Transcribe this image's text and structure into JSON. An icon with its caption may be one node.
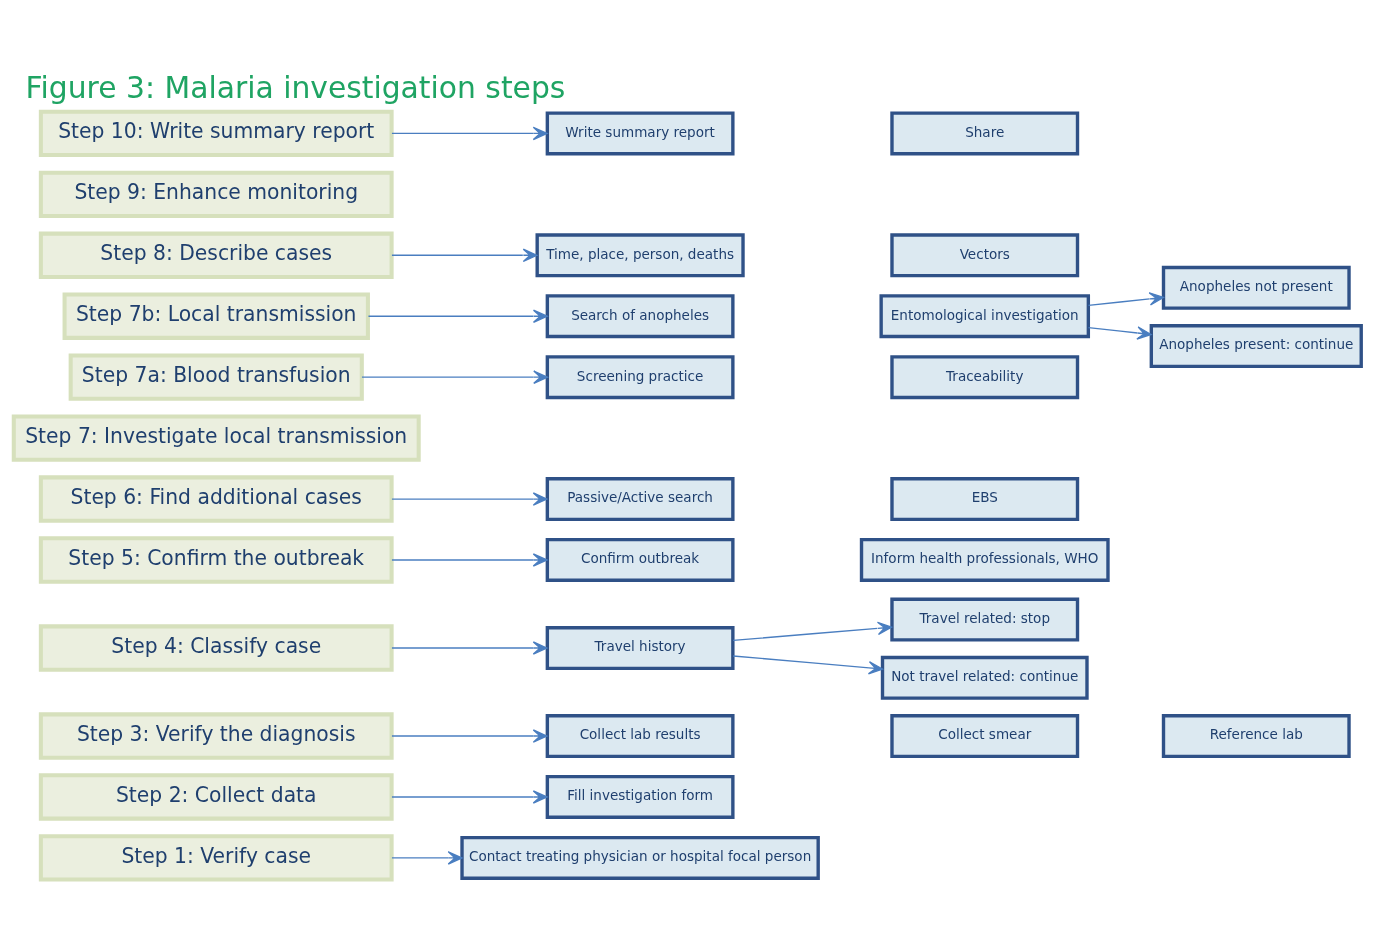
{
  "diagram": {
    "title": "Figure 3: Malaria investigation steps",
    "nodes": [
      {
        "text": [
          "Step 1: Verify case"
        ]
      },
      {
        "text": [
          "Contact treating physician or hospital focal person"
        ]
      },
      {
        "text": [
          "Step 2: Collect data"
        ]
      },
      {
        "text": [
          "Fill investigation form"
        ]
      },
      {
        "text": [
          "Step 3: Verify the diagnosis"
        ]
      },
      {
        "text": [
          "Collect lab results"
        ]
      },
      {
        "text": [
          "Collect smear"
        ]
      },
      {
        "text": [
          "Reference lab"
        ]
      },
      {
        "text": [
          "Step 4: Classify case"
        ]
      },
      {
        "text": [
          "Travel history"
        ]
      },
      {
        "text": [
          "Travel related: stop"
        ]
      },
      {
        "text": [
          "Not travel related: continue"
        ]
      },
      {
        "text": [
          "Step 5: Confirm the outbreak"
        ]
      },
      {
        "text": [
          "Confirm outbreak"
        ]
      },
      {
        "text": [
          "Inform health professionals, WHO"
        ]
      },
      {
        "text": [
          "Step 6: Find additional cases"
        ]
      },
      {
        "text": [
          "Passive/Active search"
        ]
      },
      {
        "text": [
          "EBS"
        ]
      },
      {
        "text": [
          "Step 7: Investigate local transmission"
        ]
      },
      {
        "text": [
          "Step 7a: Blood transfusion"
        ]
      },
      {
        "text": [
          "Screening practice"
        ]
      },
      {
        "text": [
          "Traceability"
        ]
      },
      {
        "text": [
          "Anopheles not present"
        ]
      },
      {
        "text": [
          "Step 7b: Local transmission"
        ]
      },
      {
        "text": [
          "Search of anopheles"
        ]
      },
      {
        "text": [
          "Entomological investigation"
        ]
      },
      {
        "text": [
          "Anopheles present: continue"
        ]
      },
      {
        "text": [
          "Step 8: Describe cases"
        ]
      },
      {
        "text": [
          "Time, place, person, deaths"
        ]
      },
      {
        "text": [
          "Vectors"
        ]
      },
      {
        "text": [
          "Step 9: Enhance monitoring"
        ]
      },
      {
        "text": [
          "Step 10: Write summary report"
        ]
      },
      {
        "text": [
          "Write summary report"
        ]
      },
      {
        "text": [
          "Share"
        ]
      }
    ],
    "edges": [
      {
        "from": 0,
        "to": 1,
        "arrow": "to"
      },
      {
        "from": 2,
        "to": 3,
        "arrow": "to"
      },
      {
        "from": 4,
        "to": 5,
        "arrow": "to"
      },
      {
        "from": 8,
        "to": 9,
        "arrow": "to"
      },
      {
        "from": 9,
        "to": 10,
        "arrow": "to"
      },
      {
        "from": 9,
        "to": 11,
        "arrow": "to"
      },
      {
        "from": 12,
        "to": 13,
        "arrow": "to"
      },
      {
        "from": 15,
        "to": 16,
        "arrow": "to"
      },
      {
        "from": 19,
        "to": 20,
        "arrow": "to"
      },
      {
        "from": 23,
        "to": 24,
        "arrow": "to"
      },
      {
        "from": 25,
        "to": 22,
        "arrow": "to"
      },
      {
        "from": 25,
        "to": 26,
        "arrow": "to"
      },
      {
        "from": 27,
        "to": 28,
        "arrow": "to"
      },
      {
        "from": 31,
        "to": 32,
        "arrow": "to"
      }
    ]
  }
}
